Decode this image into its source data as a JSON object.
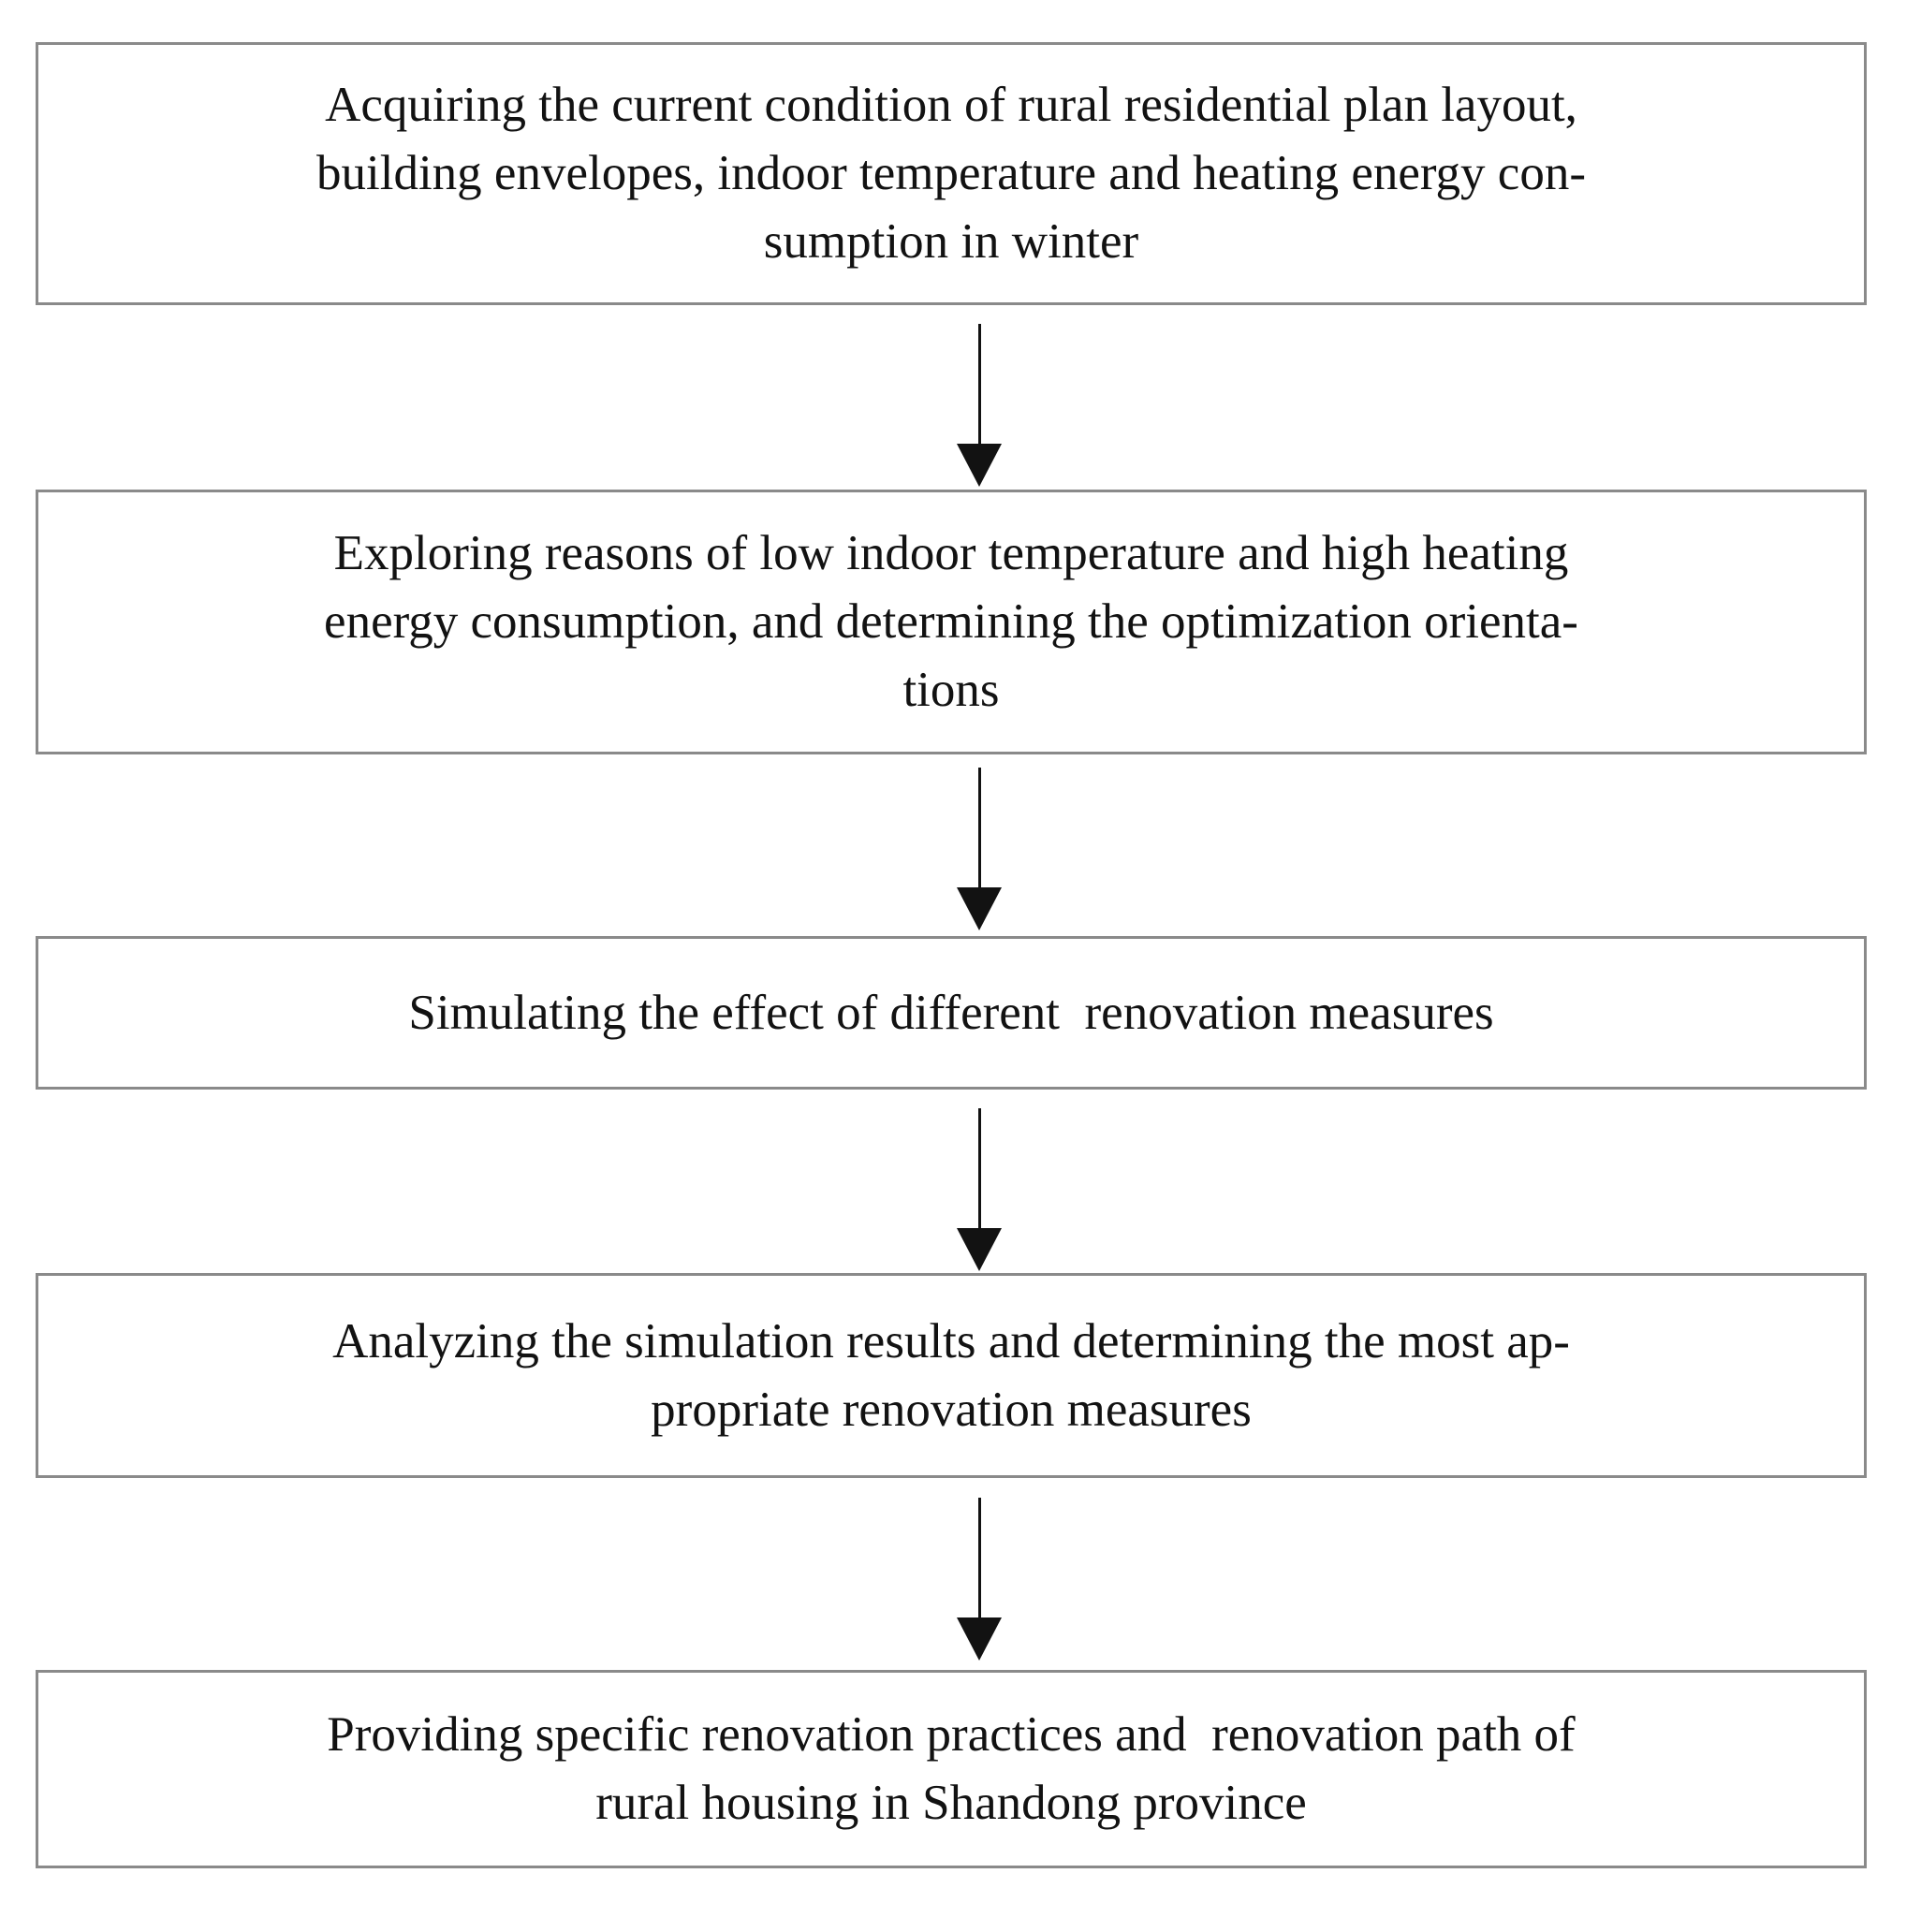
{
  "figure": {
    "type": "flowchart",
    "direction": "top-down",
    "background_color": "#ffffff",
    "box_border_color": "#8a8a8a",
    "box_fill_color": "#ffffff",
    "text_color": "#121212",
    "arrow_color": "#121212",
    "boxes": [
      {
        "id": "step-1",
        "lines": [
          "Acquiring the current condition of rural residential plan layout,",
          "building envelopes, indoor temperature and heating energy con-",
          "sumption in winter"
        ]
      },
      {
        "id": "step-2",
        "lines": [
          "Exploring reasons of low indoor temperature and high heating",
          "energy consumption, and determining the optimization orienta-",
          "tions"
        ]
      },
      {
        "id": "step-3",
        "lines": [
          "Simulating the effect of different  renovation measures"
        ]
      },
      {
        "id": "step-4",
        "lines": [
          "Analyzing the simulation results and determining the most ap-",
          "propriate renovation measures"
        ]
      },
      {
        "id": "step-5",
        "lines": [
          "Providing specific renovation practices and  renovation path of",
          "rural housing in Shandong province"
        ]
      }
    ]
  }
}
